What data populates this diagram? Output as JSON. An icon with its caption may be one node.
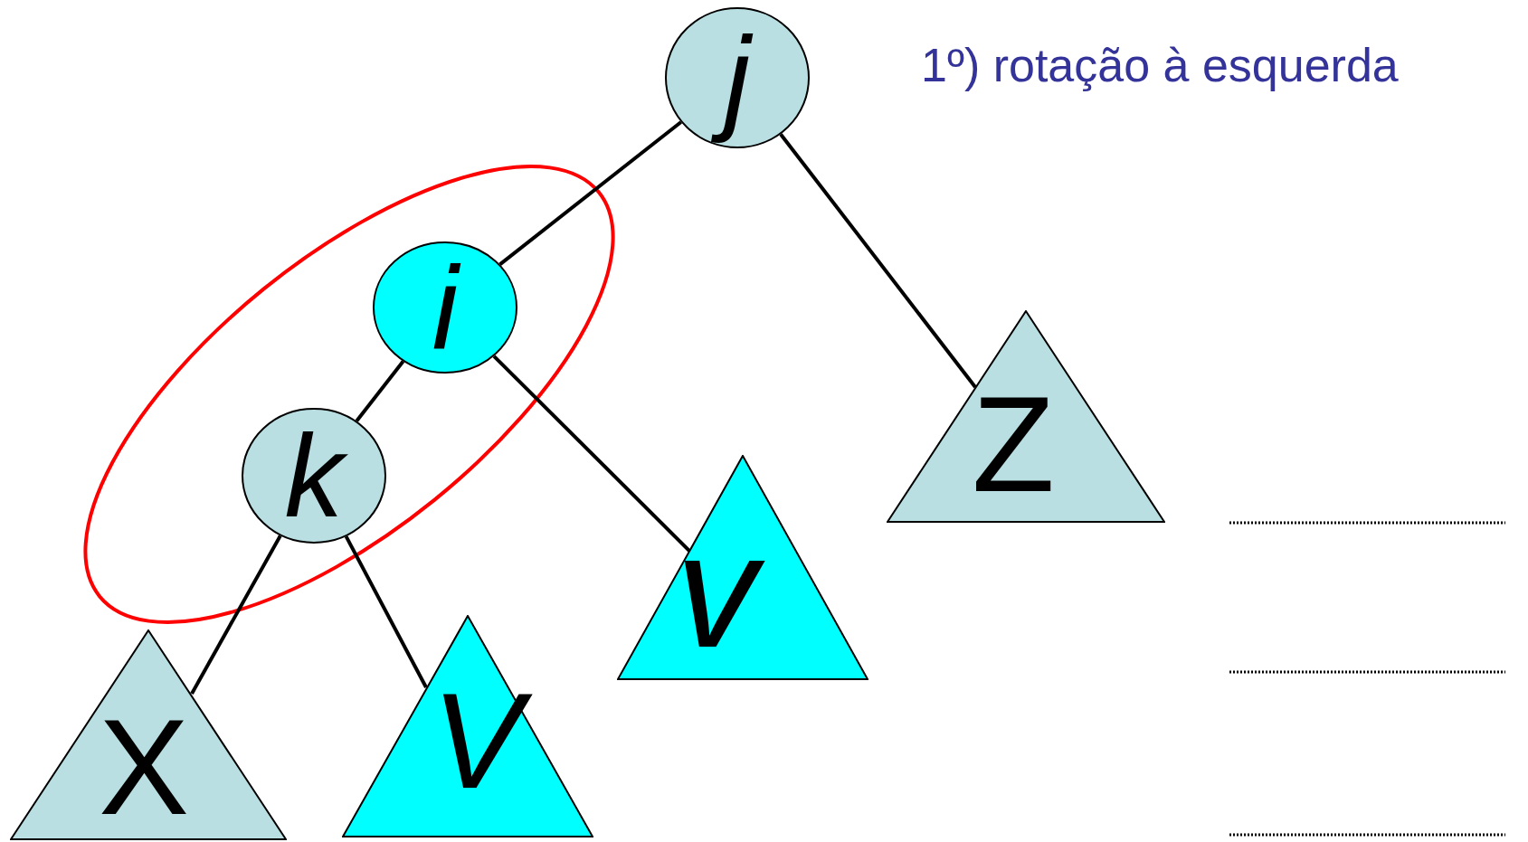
{
  "diagram": {
    "title": "1º) rotação à esquerda",
    "nodes": [
      {
        "text": [
          "j"
        ]
      },
      {
        "text": [
          "i"
        ]
      },
      {
        "text": [
          "k"
        ]
      },
      {
        "text": [
          "Z"
        ]
      },
      {
        "text": [
          "v"
        ]
      },
      {
        "text": [
          "X"
        ]
      },
      {
        "text": [
          "V"
        ]
      }
    ],
    "edges": [
      {
        "from": 0,
        "to": 1,
        "arrow": "none"
      },
      {
        "from": 0,
        "to": 3,
        "arrow": "none"
      },
      {
        "from": 1,
        "to": 2,
        "arrow": "none"
      },
      {
        "from": 1,
        "to": 4,
        "arrow": "none"
      },
      {
        "from": 2,
        "to": 5,
        "arrow": "none"
      },
      {
        "from": 2,
        "to": 6,
        "arrow": "none"
      }
    ]
  }
}
